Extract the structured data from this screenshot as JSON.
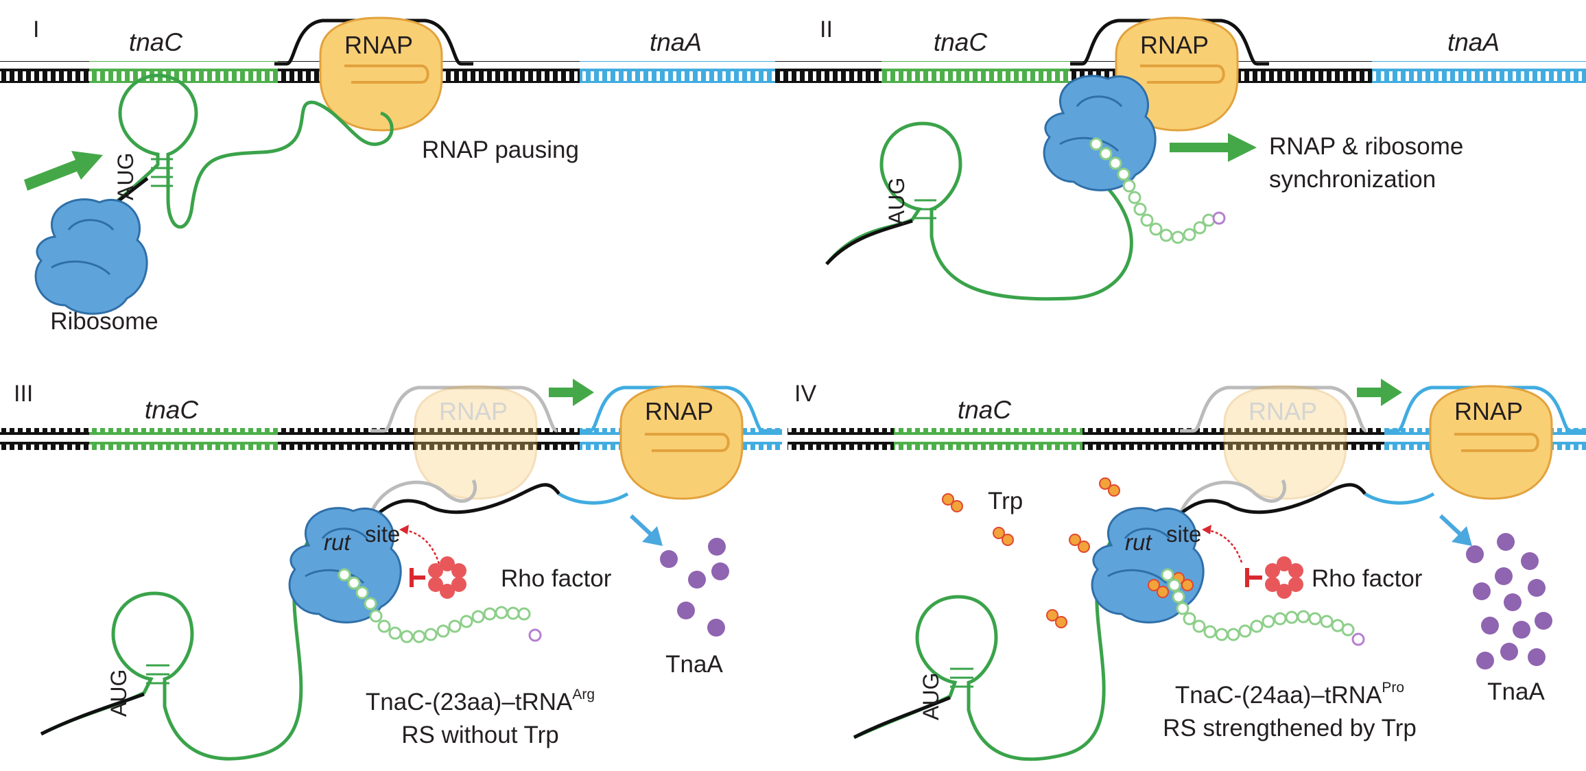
{
  "panels": [
    {
      "numeral": "I",
      "genes": {
        "left": "tnaC",
        "right": "tnaA"
      },
      "rnap": "RNAP",
      "start_codon": "AUG",
      "ribosome_label": "Ribosome",
      "caption": "RNAP pausing"
    },
    {
      "numeral": "II",
      "genes": {
        "left": "tnaC",
        "right": "tnaA"
      },
      "rnap": "RNAP",
      "start_codon": "AUG",
      "caption_line1": "RNAP & ribosome",
      "caption_line2": "synchronization"
    },
    {
      "numeral": "III",
      "genes": {
        "left": "tnaC"
      },
      "rnap_ghost": "RNAP",
      "rnap": "RNAP",
      "start_codon": "AUG",
      "rut_label": "rut",
      "site_label": "site",
      "rho_label": "Rho factor",
      "product_label": "TnaA",
      "complex": {
        "prefix": "TnaC-(23aa)–tRNA",
        "sup": "Arg"
      },
      "complex_line2": "RS without Trp"
    },
    {
      "numeral": "IV",
      "genes": {
        "left": "tnaC"
      },
      "rnap_ghost": "RNAP",
      "rnap": "RNAP",
      "start_codon": "AUG",
      "trp_label": "Trp",
      "rut_label": "rut",
      "site_label": "site",
      "rho_label": "Rho factor",
      "product_label": "TnaA",
      "complex": {
        "prefix": "TnaC-(24aa)–tRNA",
        "sup": "Pro"
      },
      "complex_line2": "RS strengthened by Trp"
    }
  ],
  "colors": {
    "tnaC_gene": "#4daf4a",
    "tnaA_gene": "#41ace0",
    "rnap": "#f9cf74",
    "rnap_stroke": "#e2a23c",
    "ribosome": "#5fa3db",
    "ribosome_stroke": "#2f6fa8",
    "mrna": "#3aa34a",
    "peptide": "#8dcf8a",
    "rho": "#e8585b",
    "tnaA_protein": "#8f64b0",
    "trp": "#f2a33a",
    "arrow_green": "#45a848",
    "arrow_blue": "#4aa8df",
    "inhibit_red": "#d9282f"
  }
}
